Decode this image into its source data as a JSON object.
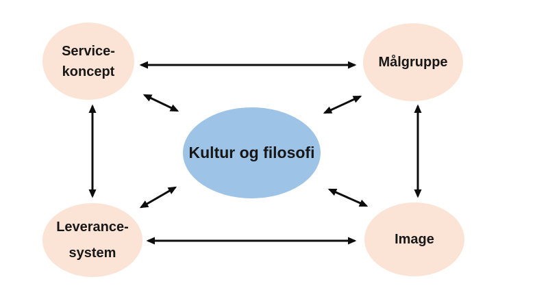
{
  "diagram": {
    "title": "Service management system diagram",
    "background": "#ffffff",
    "center": {
      "id": "kultur-og-filosofi",
      "label": "Kultur og filosofi",
      "fill": "#9dc3e6"
    },
    "nodes": [
      {
        "id": "service-koncept",
        "label": "Service-\nkoncept",
        "fill": "#fbe4d5",
        "position": "top-left"
      },
      {
        "id": "malgruppe",
        "label": "Målgruppe",
        "fill": "#fbe4d5",
        "position": "top-right"
      },
      {
        "id": "leverance-system",
        "label": "Leverance-\nsystem",
        "fill": "#fbe4d5",
        "position": "bottom-left"
      },
      {
        "id": "image",
        "label": "Image",
        "fill": "#fbe4d5",
        "position": "bottom-right"
      }
    ],
    "arrows": [
      {
        "from": "service-koncept",
        "to": "malgruppe",
        "style": "double-headed"
      },
      {
        "from": "leverance-system",
        "to": "image",
        "style": "double-headed"
      },
      {
        "from": "service-koncept",
        "to": "leverance-system",
        "style": "double-headed"
      },
      {
        "from": "malgruppe",
        "to": "image",
        "style": "double-headed"
      },
      {
        "from": "kultur-og-filosofi",
        "to": "service-koncept",
        "style": "double-headed"
      },
      {
        "from": "kultur-og-filosofi",
        "to": "malgruppe",
        "style": "double-headed"
      },
      {
        "from": "kultur-og-filosofi",
        "to": "leverance-system",
        "style": "double-headed"
      },
      {
        "from": "kultur-og-filosofi",
        "to": "image",
        "style": "double-headed"
      }
    ],
    "colors": {
      "node_fill": "#fbe4d5",
      "center_fill": "#9dc3e6",
      "arrow": "#0d0d0d",
      "text": "#171717",
      "background": "#ffffff"
    }
  }
}
